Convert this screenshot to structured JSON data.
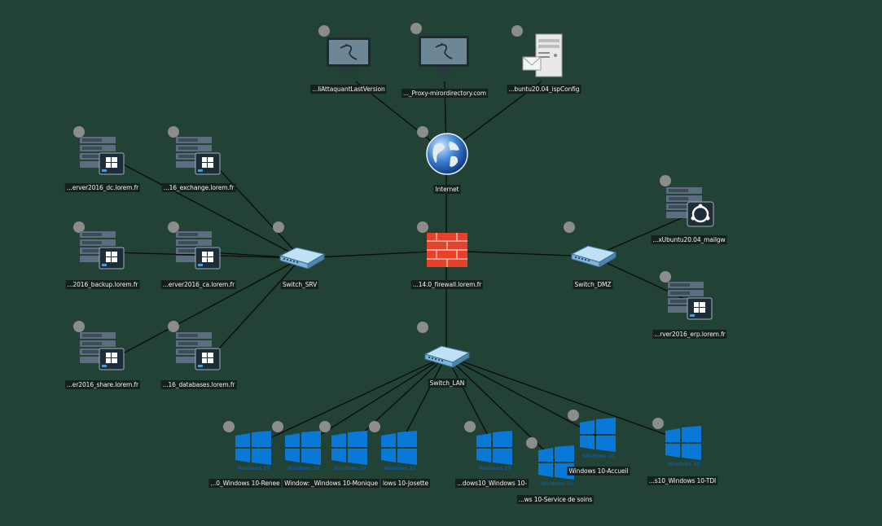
{
  "nodes": {
    "attacker": {
      "label": "...liAttaquantLastVersion",
      "icon": "kali-monitor-icon"
    },
    "proxy": {
      "label": "..._Proxy-mirordirectory.com",
      "icon": "kali-monitor-icon"
    },
    "mailserver": {
      "label": "...buntu20.04_ispConfig",
      "icon": "mail-server-icon"
    },
    "internet": {
      "label": "Internet",
      "icon": "globe-icon"
    },
    "dc": {
      "label": "...erver2016_dc.lorem.fr",
      "icon": "windows-server-icon"
    },
    "exchange": {
      "label": "...16_exchange.lorem.fr",
      "icon": "windows-server-icon"
    },
    "backup": {
      "label": "...2016_backup.lorem.fr",
      "icon": "windows-server-icon"
    },
    "ca": {
      "label": "...erver2016_ca.lorem.fr",
      "icon": "windows-server-icon"
    },
    "share": {
      "label": "...er2016_share.lorem.fr",
      "icon": "windows-server-icon"
    },
    "databases": {
      "label": "...16_databases.lorem.fr",
      "icon": "windows-server-icon"
    },
    "switch_srv": {
      "label": "Switch_SRV",
      "icon": "switch-icon"
    },
    "firewall": {
      "label": "...14.0_firewall.lorem.fr",
      "icon": "firewall-icon"
    },
    "switch_dmz": {
      "label": "Switch_DMZ",
      "icon": "switch-icon"
    },
    "mailgw": {
      "label": "...xUbuntu20.04_mailgw",
      "icon": "ubuntu-server-icon"
    },
    "erp": {
      "label": "...rver2016_erp.lorem.fr",
      "icon": "windows-server-icon"
    },
    "switch_lan": {
      "label": "Switch_LAN",
      "icon": "switch-icon"
    },
    "renee": {
      "label": "...0_Windows 10-Renee",
      "icon": "windows-logo-icon",
      "caption": "Windows 10"
    },
    "win2": {
      "label": "Window:...",
      "icon": "windows-logo-icon",
      "caption": "Windows 10"
    },
    "monique": {
      "label": "_Windows 10-Monique",
      "icon": "windows-logo-icon",
      "caption": "Windows 10"
    },
    "josette": {
      "label": "lows 10-Josette",
      "icon": "windows-logo-icon",
      "caption": "Windows 10"
    },
    "win5": {
      "label": "...dows10_Windows 10-",
      "icon": "windows-logo-icon",
      "caption": "Windows 10"
    },
    "soins": {
      "label": "...ws 10-Service de soins",
      "icon": "windows-logo-icon",
      "caption": "Windows 10"
    },
    "accueil": {
      "label": "Windows 10-Accueil",
      "icon": "windows-logo-icon",
      "caption": "Windows 10"
    },
    "tdi": {
      "label": "...s10_Windows 10-TDI",
      "icon": "windows-logo-icon",
      "caption": "Windows 10"
    }
  },
  "colors": {
    "background": "#214235",
    "link": "#0b0b0b",
    "status_dot": "#8c8c8c",
    "windows_blue": "#0a78d7",
    "firewall_red": "#e8412a",
    "label_bg": "#14211b",
    "label_text": "#f2f2f2"
  }
}
